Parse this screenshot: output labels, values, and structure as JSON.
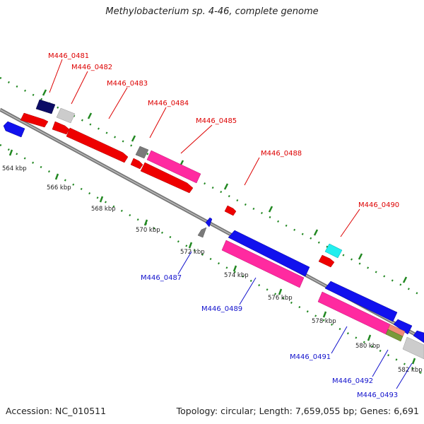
{
  "title": "Methylobacterium sp. 4-46, complete genome",
  "footer": {
    "accession": "Accession: NC_010511",
    "topology": "Topology: circular; Length: 7,659,055 bp; Genes: 6,691"
  },
  "colors": {
    "forward_label": "#dd0000",
    "reverse_label": "#1111cc",
    "backbone": "#888888",
    "tick": "#228822"
  },
  "scale_labels": [
    "564 kbp",
    "566 kbp",
    "568 kbp",
    "570 kbp",
    "572 kbp",
    "574 kbp",
    "576 kbp",
    "578 kbp",
    "580 kbp",
    "582 kbp"
  ],
  "gene_labels": {
    "top": [
      "M446_0481",
      "M446_0482",
      "M446_0483",
      "M446_0484",
      "M446_0485",
      "M446_0488",
      "M446_0490"
    ],
    "bottom": [
      "M446_0487",
      "M446_0489",
      "M446_0491",
      "M446_0492",
      "M446_0493"
    ]
  }
}
